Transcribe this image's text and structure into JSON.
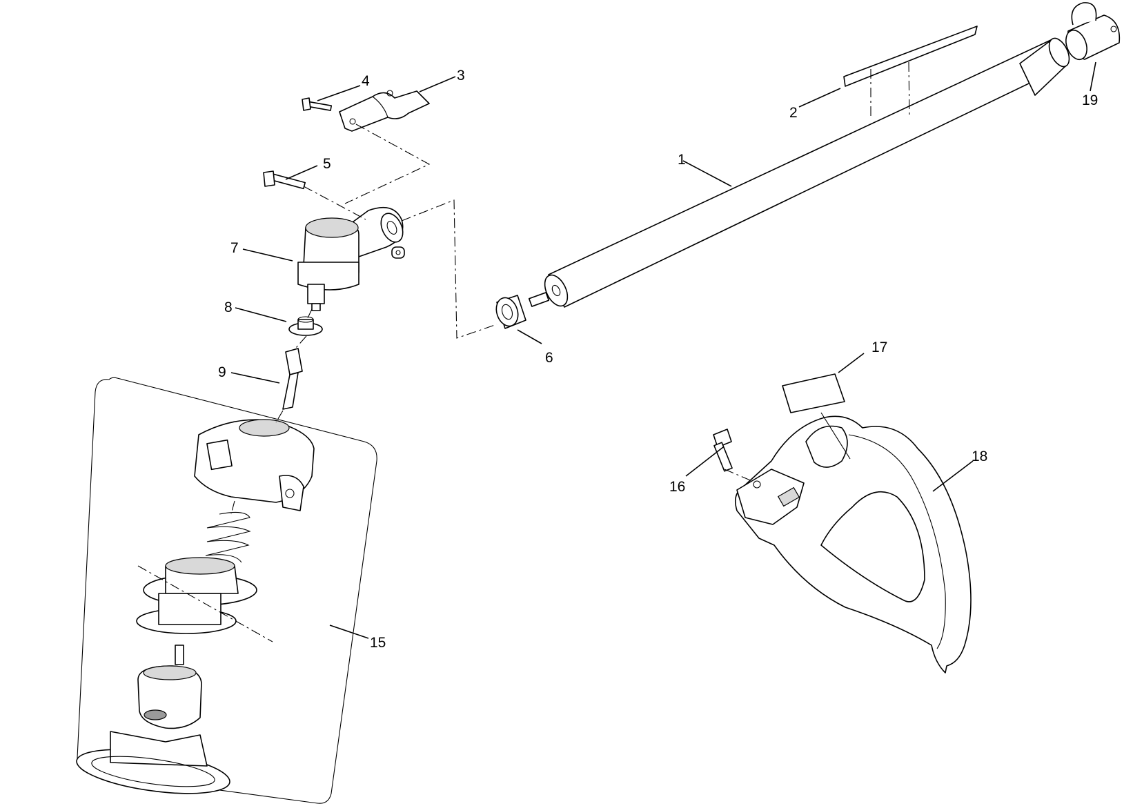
{
  "callouts": {
    "c1": "1",
    "c2": "2",
    "c3": "3",
    "c4": "4",
    "c5": "5",
    "c6": "6",
    "c7": "7",
    "c8": "8",
    "c9": "9",
    "c15": "15",
    "c16": "16",
    "c17": "17",
    "c18": "18",
    "c19": "19"
  }
}
